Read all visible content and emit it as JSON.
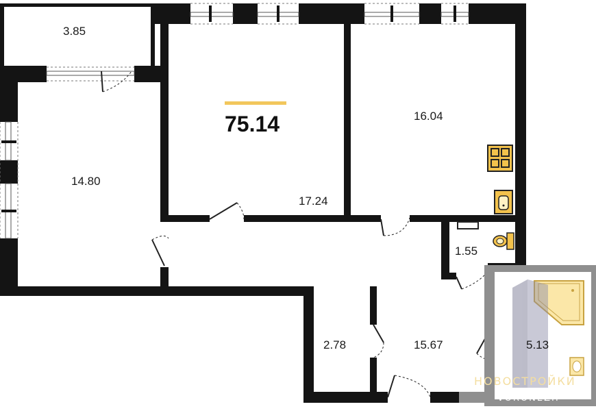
{
  "plan": {
    "total_area": "75.14",
    "rooms": [
      {
        "id": "balcony",
        "area": "3.85"
      },
      {
        "id": "room-left",
        "area": "14.80"
      },
      {
        "id": "room-middle",
        "area": "17.24"
      },
      {
        "id": "kitchen",
        "area": "16.04"
      },
      {
        "id": "wc",
        "area": "1.55"
      },
      {
        "id": "storage",
        "area": "2.78"
      },
      {
        "id": "hall",
        "area": "15.67"
      },
      {
        "id": "bathroom",
        "area": "5.13"
      }
    ]
  },
  "watermark": {
    "brand": "НОВОСТРОЙКИ",
    "city": "VORONEZH"
  },
  "colors": {
    "wall": "#141414",
    "accent": "#f2c75c",
    "fixture_fill": "#f3c24c",
    "bath_fill": "#fbe7a8",
    "overlay": "#8f8f8f"
  }
}
